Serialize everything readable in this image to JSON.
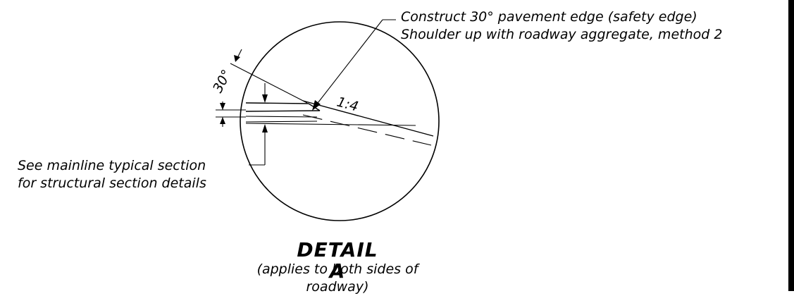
{
  "drawing": {
    "callout_top": {
      "line1": "Construct 30° pavement edge (safety edge)",
      "line2": "Shoulder up with roadway aggregate, method 2"
    },
    "callout_left": {
      "line1": "See mainline typical section",
      "line2": "for structural section details"
    },
    "angle_label": "30°",
    "slope_label": "1:4",
    "title": "DETAIL A",
    "subtitle": "(applies to both sides of roadway)"
  },
  "colors": {
    "ink": "#000000",
    "paper": "#ffffff"
  }
}
